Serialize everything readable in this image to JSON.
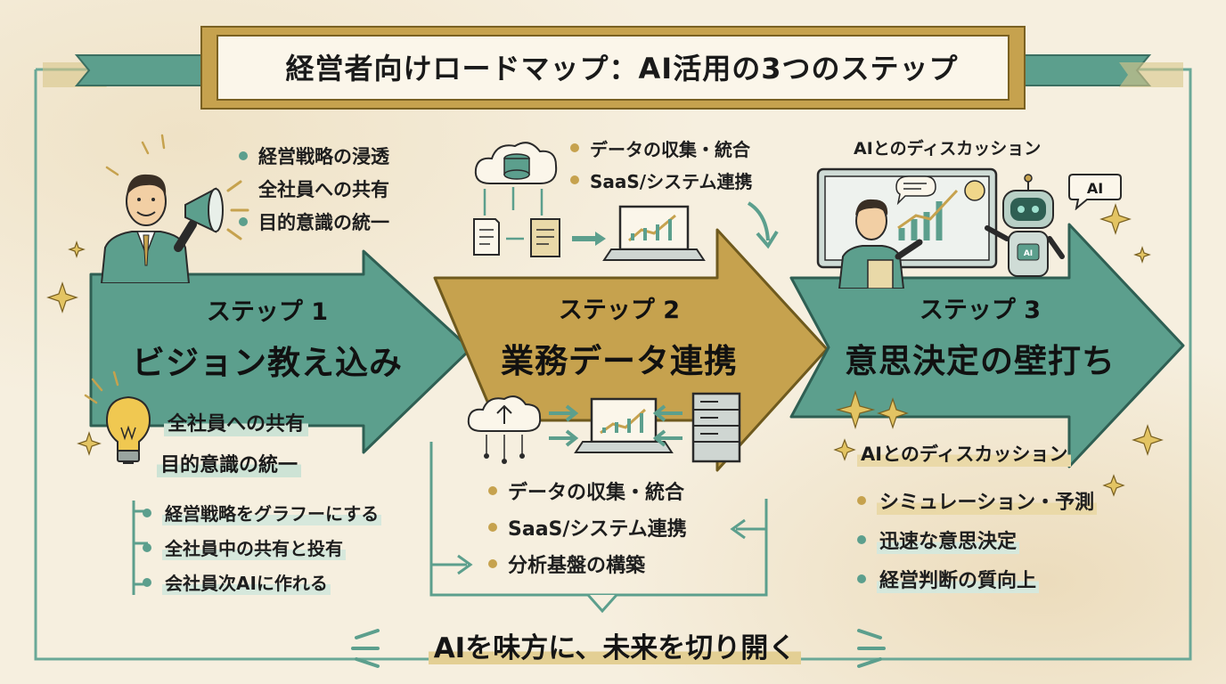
{
  "title": "経営者向けロードマップ：AI活用の3つのステップ",
  "steps": [
    {
      "number": "ステップ 1",
      "title": "ビジョン教え込み",
      "top_bullets": [
        "経営戦略の浸透",
        "全社員への共有",
        "目的意識の統一"
      ],
      "highlights": [
        "全社員への共有",
        "目的意識の統一"
      ],
      "bottom_bullets": [
        "経営戦略をグラフーにする",
        "全社員中の共有と投有",
        "会社員次AIに作れる"
      ]
    },
    {
      "number": "ステップ 2",
      "title": "業務データ連携",
      "top_bullets": [
        "データの収集・統合",
        "SaaS/システム連携"
      ],
      "bottom_bullets": [
        "データの収集・統合",
        "SaaS/システム連携",
        "分析基盤の構築"
      ]
    },
    {
      "number": "ステップ 3",
      "title": "意思決定の壁打ち",
      "top_caption": "AIとのディスカッション",
      "bubble_label": "AI",
      "robot_label": "AI",
      "highlight": "AIとのディスカッション",
      "bottom_bullets": [
        "シミュレーション・予測",
        "迅速な意思決定",
        "経営判断の質向上"
      ]
    }
  ],
  "slogan": "AIを味方に、未来を切り開く",
  "colors": {
    "teal": "#5c9f8d",
    "gold": "#c6a24e",
    "paper": "#f6efdf",
    "ink": "#1f1f1f"
  },
  "icons": [
    "megaphone-icon",
    "lightbulb-icon",
    "cloud-database-icon",
    "document-icon",
    "laptop-chart-icon",
    "server-icon",
    "robot-icon",
    "sparkle-icon"
  ]
}
